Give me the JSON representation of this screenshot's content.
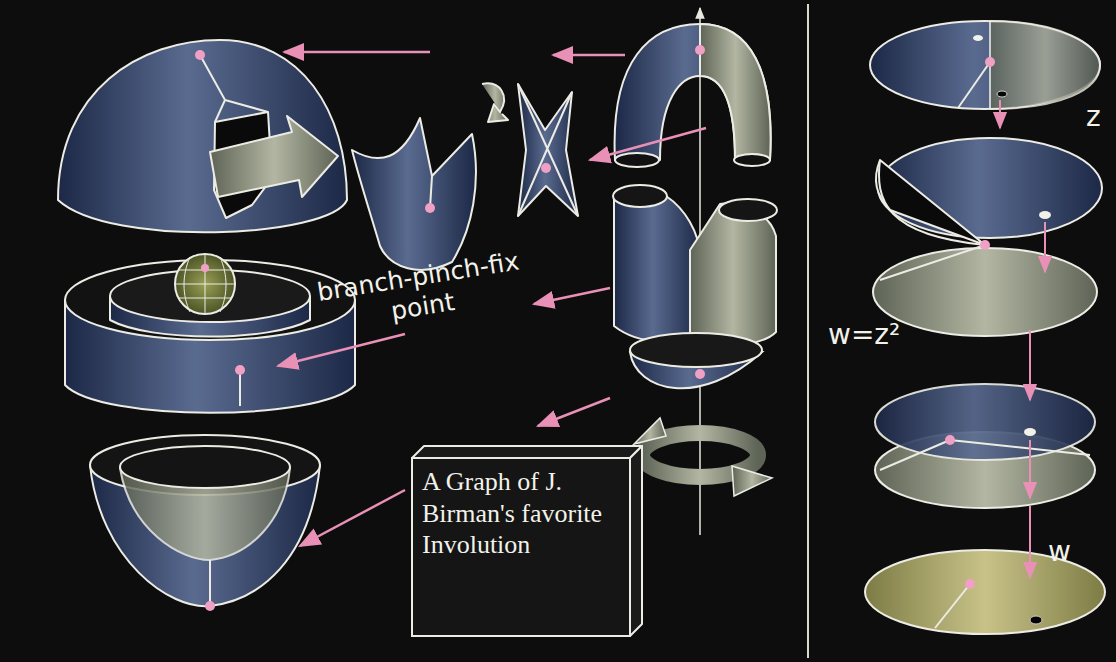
{
  "diagram": {
    "nodes": [
      {
        "text": [
          "A Graph of J. Birman's favorite Involution"
        ]
      }
    ],
    "labels": [
      "branch-pinch-fix point",
      "z",
      "w=z²",
      "w"
    ]
  }
}
